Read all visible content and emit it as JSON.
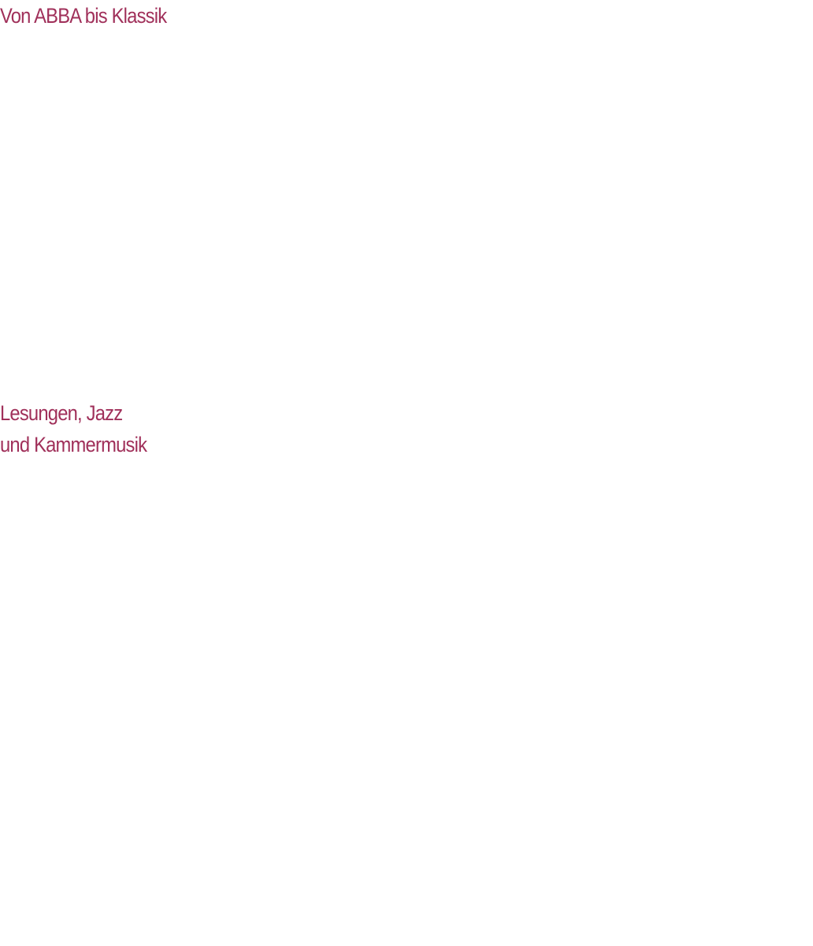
{
  "theme": {
    "accent_color": "#a0305a",
    "background_color": "#ffffff"
  },
  "sections": [
    {
      "heading": "Von ABBA bis Klassik"
    },
    {
      "heading_lines": [
        "Lesungen, Jazz",
        "und Kammermusik"
      ]
    }
  ]
}
